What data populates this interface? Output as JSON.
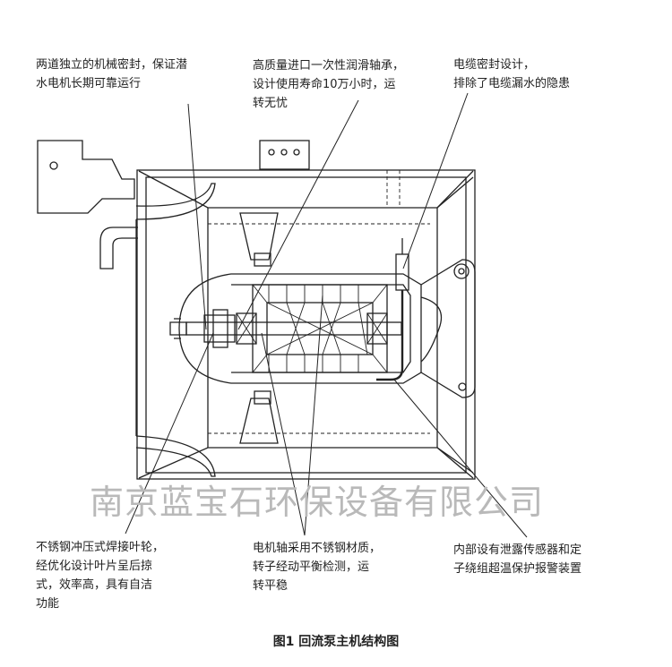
{
  "labels": {
    "top_left": "两道独立的机械密封，保证潜\n水电机长期可靠运行",
    "top_center": "高质量进口一次性润滑轴承，\n设计使用寿命10万小时，运\n转无忧",
    "top_right": "电缆密封设计，\n排除了电缆漏水的隐患",
    "bottom_left": "不锈钢冲压式焊接叶轮，\n经优化设计叶片呈后掠\n式，效率高，具有自洁\n功能",
    "bottom_center": "电机轴采用不锈钢材质，\n转子经动平衡检测，运\n转平稳",
    "bottom_right": "内部设有泄露传感器和定\n子绕组超温保护报警装置"
  },
  "watermark": "南京蓝宝石环保设备有限公司",
  "caption": "图1  回流泵主机结构图"
}
